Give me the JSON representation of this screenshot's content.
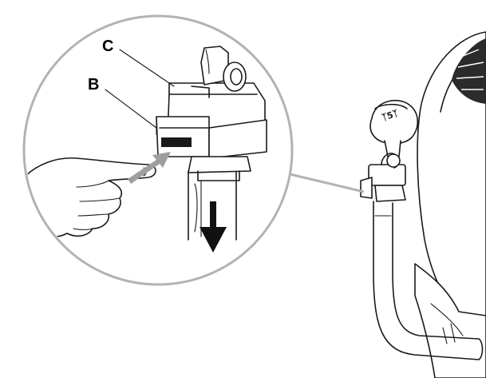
{
  "labels": {
    "b": "B",
    "c": "C"
  },
  "cap_marking": "ᛉ5ᛉ",
  "colors": {
    "lens_outline": "#b3b3b3",
    "pointer_arrow": "#9e9e9e",
    "ink": "#1a1a1a",
    "background": "#ffffff"
  },
  "icons": {
    "pointer": "hand-pointing-icon",
    "direction": "arrow-down-icon"
  }
}
